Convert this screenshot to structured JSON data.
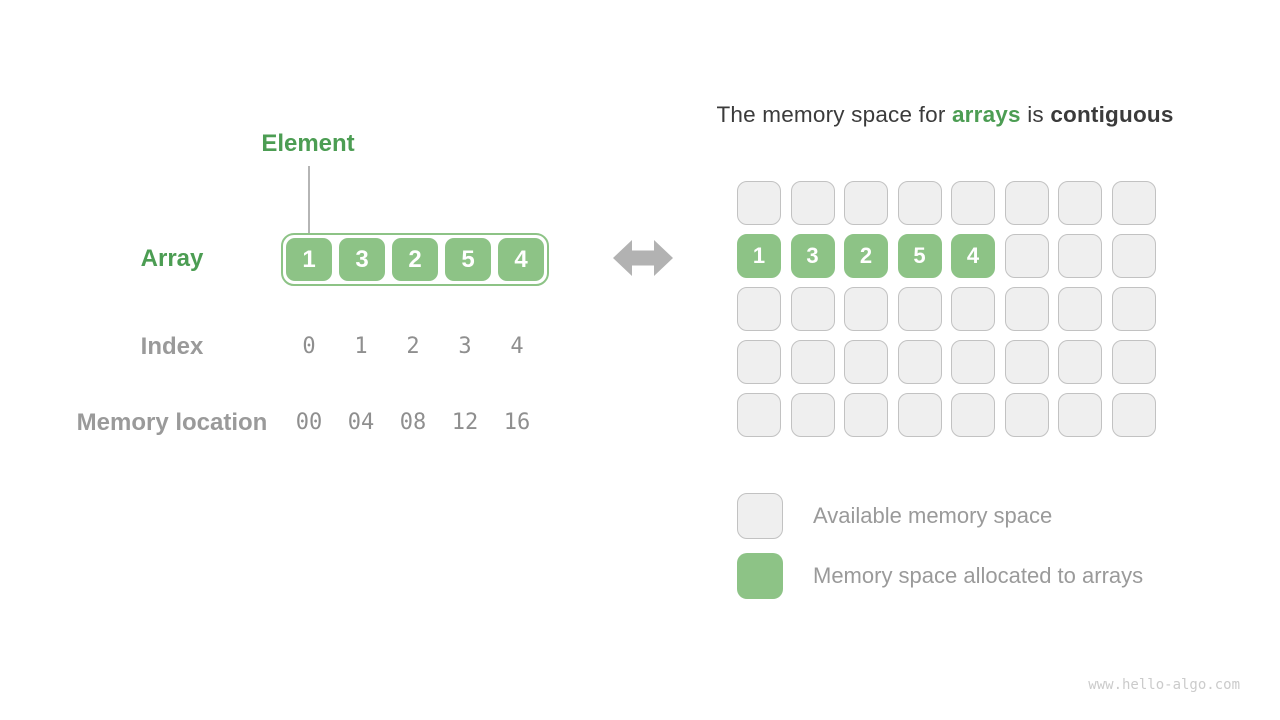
{
  "left_panel": {
    "element_label": "Element",
    "array_label": "Array",
    "array_values": [
      "1",
      "3",
      "2",
      "5",
      "4"
    ],
    "index_label": "Index",
    "index_values": [
      "0",
      "1",
      "2",
      "3",
      "4"
    ],
    "memory_label": "Memory location",
    "memory_values": [
      "00",
      "04",
      "08",
      "12",
      "16"
    ]
  },
  "arrow_icon": "double-headed-arrow",
  "right_panel": {
    "title": {
      "prefix": "The memory space for ",
      "highlight": "arrays",
      "middle": " is ",
      "emphasis": "contiguous"
    },
    "grid": {
      "columns": 8,
      "rows": 5,
      "allocated_row": 1,
      "allocated_values": [
        "1",
        "3",
        "2",
        "5",
        "4"
      ]
    },
    "legend": [
      {
        "swatch": "available",
        "label": "Available memory space"
      },
      {
        "swatch": "allocated",
        "label": "Memory space allocated to arrays"
      }
    ]
  },
  "watermark": "www.hello-algo.com",
  "colors": {
    "accent_green": "#8DC386",
    "text_green": "#4C9D53",
    "dark_text": "#3B3B3B",
    "gray_label": "#9A9A9A",
    "gray_num": "#8F8F8F",
    "line_gray": "#B5B5B5",
    "cell_bg": "#EFEFEF",
    "cell_border": "#C2C2C2",
    "arrow_gray": "#B2B2B2"
  }
}
